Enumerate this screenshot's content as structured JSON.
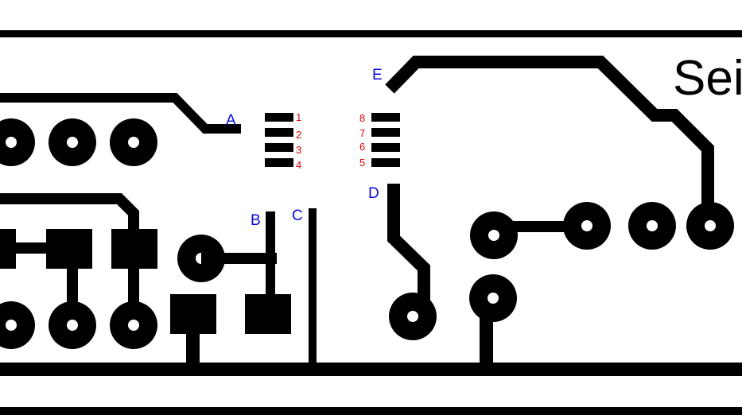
{
  "net_labels": {
    "a": "A",
    "b": "B",
    "c": "C",
    "d": "D",
    "e": "E"
  },
  "ic_pins": {
    "p1": "1",
    "p2": "2",
    "p3": "3",
    "p4": "4",
    "p5": "5",
    "p6": "6",
    "p7": "7",
    "p8": "8"
  },
  "board_text": "Sei",
  "colors": {
    "copper": "#000000",
    "background": "#ffffff",
    "pin_numbers": "#e00000",
    "net_labels": "#0a0ad8"
  }
}
